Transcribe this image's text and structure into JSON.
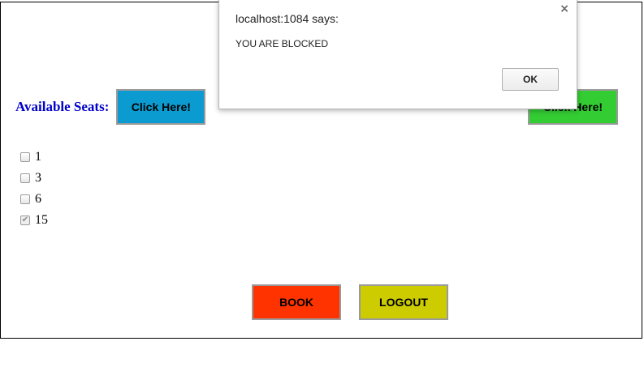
{
  "seats_label": "Available Seats:",
  "click_button_label": "Click Here!",
  "click_button_right_label": "Click Here!",
  "seats": [
    {
      "label": "1",
      "checked": false
    },
    {
      "label": "3",
      "checked": false
    },
    {
      "label": "6",
      "checked": false
    },
    {
      "label": "15",
      "checked": true
    }
  ],
  "book_button_label": "BOOK",
  "logout_button_label": "LOGOUT",
  "dialog": {
    "title": "localhost:1084 says:",
    "message": "YOU ARE BLOCKED",
    "ok_label": "OK",
    "close_icon": "close-icon"
  },
  "colors": {
    "click_blue": "#0b9bd0",
    "click_green": "#33cc33",
    "book_red": "#ff3300",
    "logout_yellow": "#cccc00",
    "label_blue": "#0000cc"
  }
}
